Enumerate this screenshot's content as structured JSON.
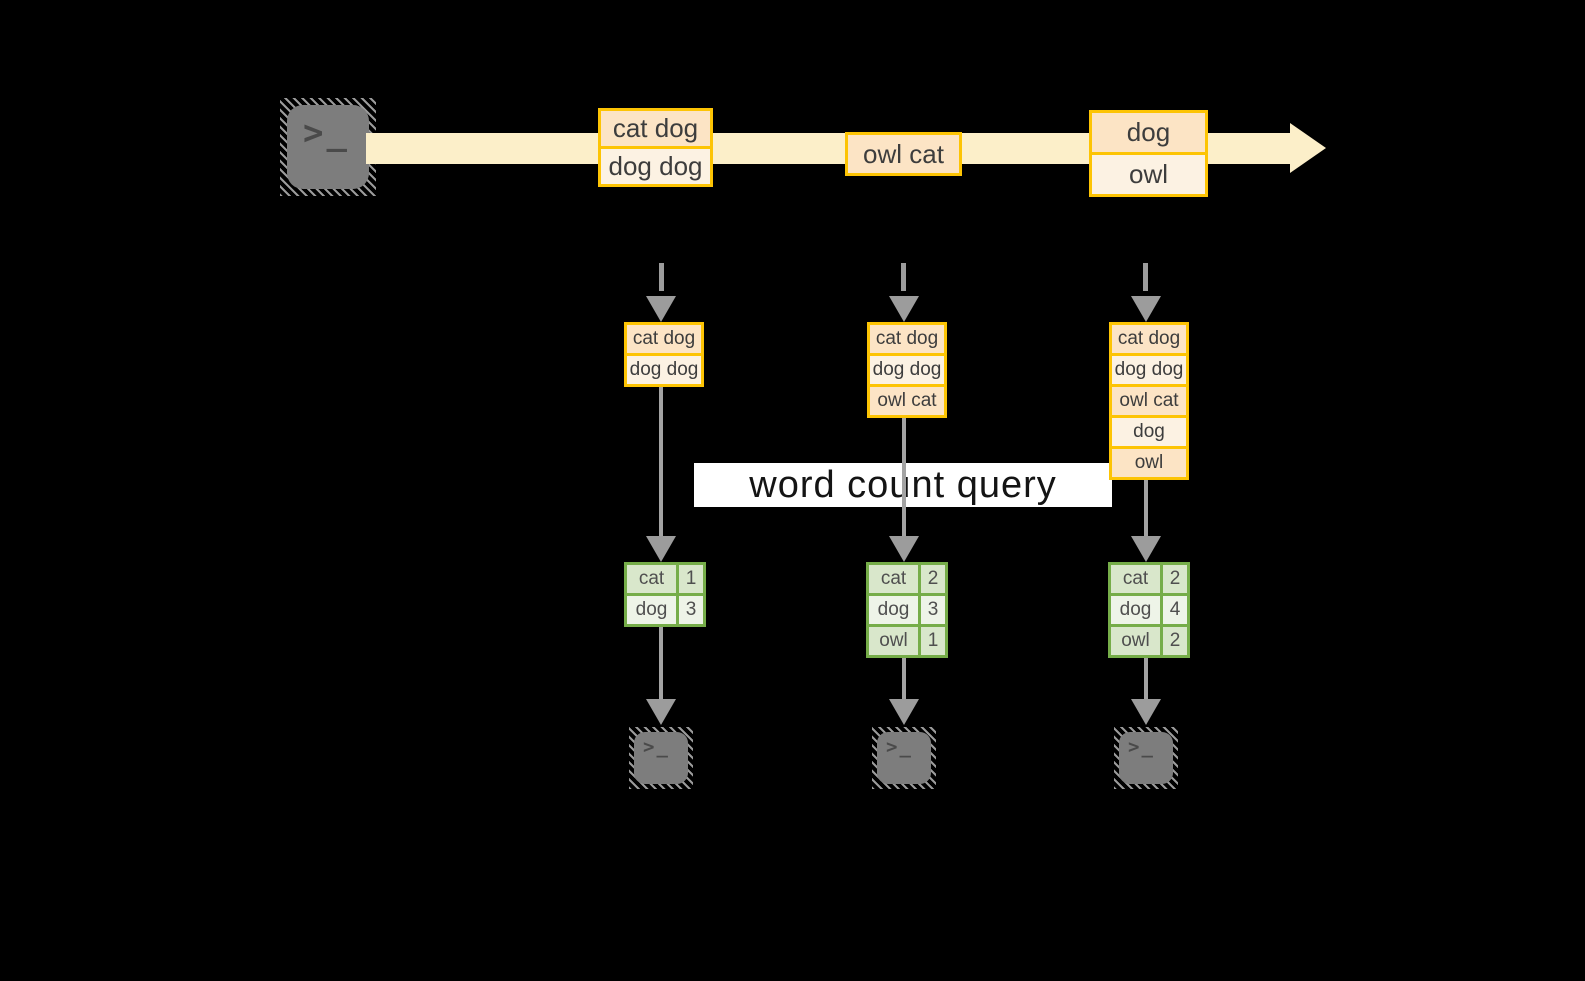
{
  "query_label": "word count query",
  "icons": {
    "terminal_prompt": ">_"
  },
  "timeline": {
    "batches": [
      {
        "cells": [
          "cat dog",
          "dog dog"
        ]
      },
      {
        "cells": [
          "owl cat"
        ]
      },
      {
        "cells": [
          "dog",
          "owl"
        ]
      }
    ]
  },
  "columns": [
    {
      "stack": [
        "cat dog",
        "dog dog"
      ],
      "counts": [
        {
          "word": "cat",
          "value": 1
        },
        {
          "word": "dog",
          "value": 3
        }
      ]
    },
    {
      "stack": [
        "cat dog",
        "dog dog",
        "owl cat"
      ],
      "counts": [
        {
          "word": "cat",
          "value": 2
        },
        {
          "word": "dog",
          "value": 3
        },
        {
          "word": "owl",
          "value": 1
        }
      ]
    },
    {
      "stack": [
        "cat dog",
        "dog dog",
        "owl cat",
        "dog",
        "owl"
      ],
      "counts": [
        {
          "word": "cat",
          "value": 2
        },
        {
          "word": "dog",
          "value": 4
        },
        {
          "word": "owl",
          "value": 2
        }
      ]
    }
  ],
  "colors": {
    "background": "#000000",
    "band": "#FCEFC9",
    "box_border": "#FDC404",
    "box_fill_dark": "#FCE4C5",
    "box_fill_light": "#FCF2E3",
    "table_border": "#76AD49",
    "table_fill_dark": "#D9E7CB",
    "table_fill_light": "#EEF4E8",
    "connector_gray": "#9C9C9C",
    "query_band": "#FFFFFF"
  }
}
